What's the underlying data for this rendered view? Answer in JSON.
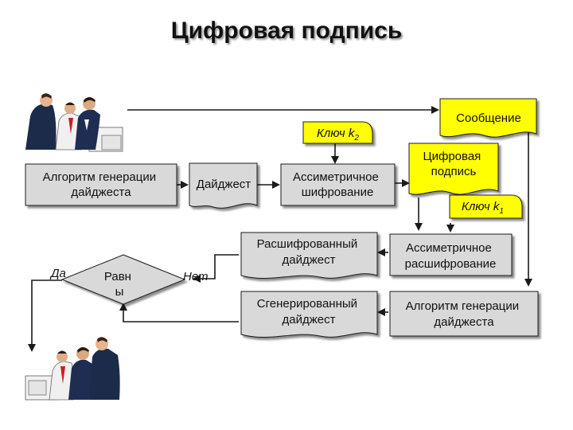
{
  "title": "Цифровая подпись",
  "nodes": {
    "message": "Сообщение",
    "key2": "Ключ k",
    "key2_sub": "2",
    "alg_gen_left": [
      "Алгоритм генерации",
      "дайджеста"
    ],
    "digest": "Дайджест",
    "asym_encrypt": [
      "Ассиметричное",
      "шифрование"
    ],
    "signature": [
      "Цифровая",
      "подпись"
    ],
    "key1": "Ключ k",
    "key1_sub": "1",
    "decrypted_digest": [
      "Расшифрованный",
      "дайджест"
    ],
    "asym_decrypt": [
      "Ассиметричное",
      "расшифрование"
    ],
    "generated_digest": [
      "Сгенерированный",
      "дайджест"
    ],
    "alg_gen_right": [
      "Алгоритм генерации",
      "дайджеста"
    ],
    "equal": [
      "Равн",
      "ы"
    ],
    "yes": "Да",
    "no": "Нет"
  },
  "colors": {
    "box": "#d9d9d9",
    "yellow": "#ffff00",
    "stroke": "#1a1a1a"
  }
}
